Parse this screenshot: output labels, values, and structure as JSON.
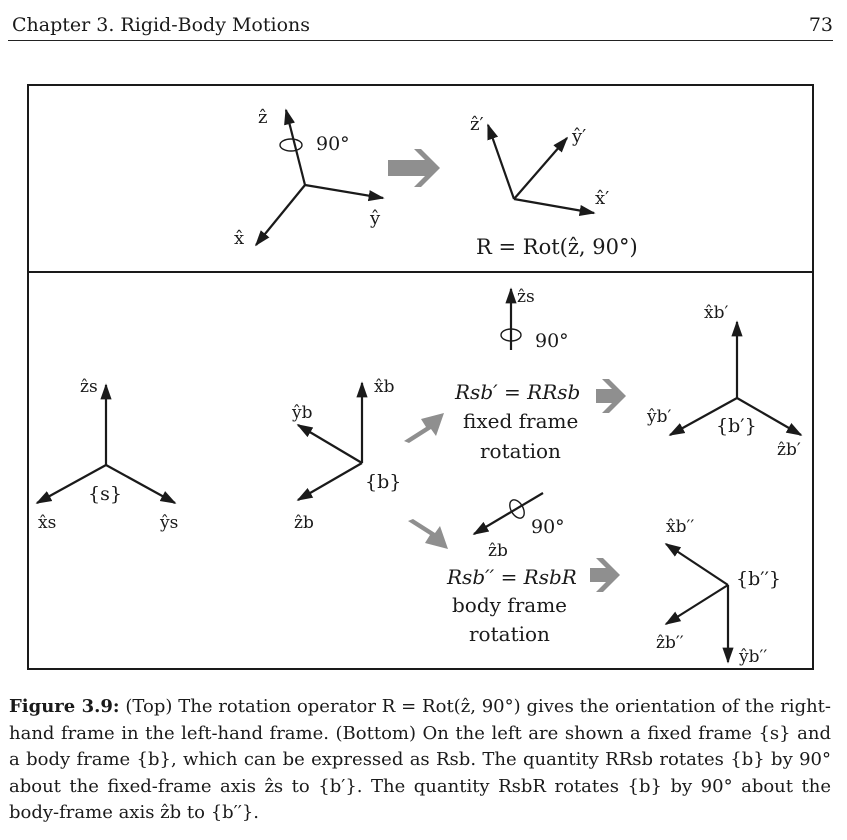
{
  "header": {
    "left": "Chapter 3.  Rigid-Body Motions",
    "right": "73"
  },
  "top_panel": {
    "label_z": "ẑ",
    "label_y": "ŷ",
    "label_x": "x̂",
    "angle": "90°",
    "label_z_prime": "ẑ′",
    "label_y_prime": "ŷ′",
    "label_x_prime": "x̂′",
    "equation": "R = Rot(ẑ, 90°)"
  },
  "bottom_panel": {
    "s_frame": {
      "z": "ẑs",
      "x": "x̂s",
      "y": "ŷs",
      "name": "{s}"
    },
    "b_frame": {
      "x": "x̂b",
      "y": "ŷb",
      "z": "ẑb",
      "name": "{b}"
    },
    "fixed": {
      "axis": "ẑs",
      "angle": "90°",
      "eq": "Rsb′ = RRsb",
      "line1": "fixed frame",
      "line2": "rotation"
    },
    "b_prime": {
      "x": "x̂b′",
      "y": "ŷb′",
      "z": "ẑb′",
      "name": "{b′}"
    },
    "body": {
      "axis": "ẑb",
      "angle": "90°",
      "eq": "Rsb′′ = RsbR",
      "line1": "body frame",
      "line2": "rotation"
    },
    "b_dprime": {
      "x": "x̂b′′",
      "z": "ẑb′′",
      "y": "ŷb′′",
      "name": "{b′′}"
    }
  },
  "caption": {
    "label": "Figure 3.9:",
    "text": "(Top) The rotation operator R = Rot(ẑ, 90°) gives the orientation of the right-hand frame in the left-hand frame. (Bottom) On the left are shown a fixed frame {s} and a body frame {b}, which can be expressed as Rsb. The quantity RRsb rotates {b} by 90° about the fixed-frame axis ẑs to {b′}. The quantity RsbR rotates {b} by 90° about the body-frame axis ẑb to {b′′}."
  }
}
